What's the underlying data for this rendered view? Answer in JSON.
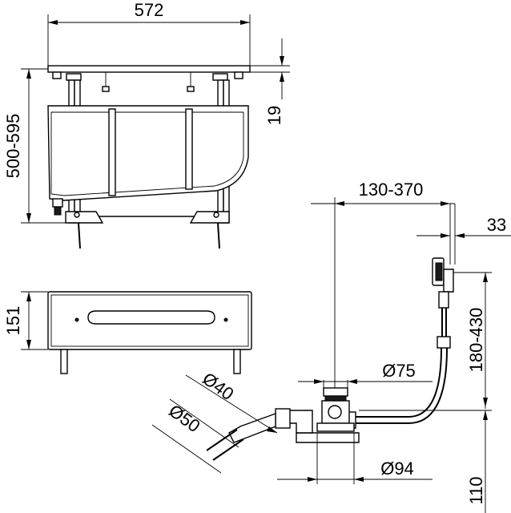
{
  "dimensions": {
    "width_total": "572",
    "height_range": "500-595",
    "top_offset": "19",
    "box_height": "151",
    "horizontal_range": "130-370",
    "overflow_offset": "33",
    "vertical_range": "180-430",
    "diameter_75": "Ø75",
    "diameter_40": "Ø40",
    "diameter_50": "Ø50",
    "diameter_94": "Ø94",
    "bottom_height": "110"
  }
}
